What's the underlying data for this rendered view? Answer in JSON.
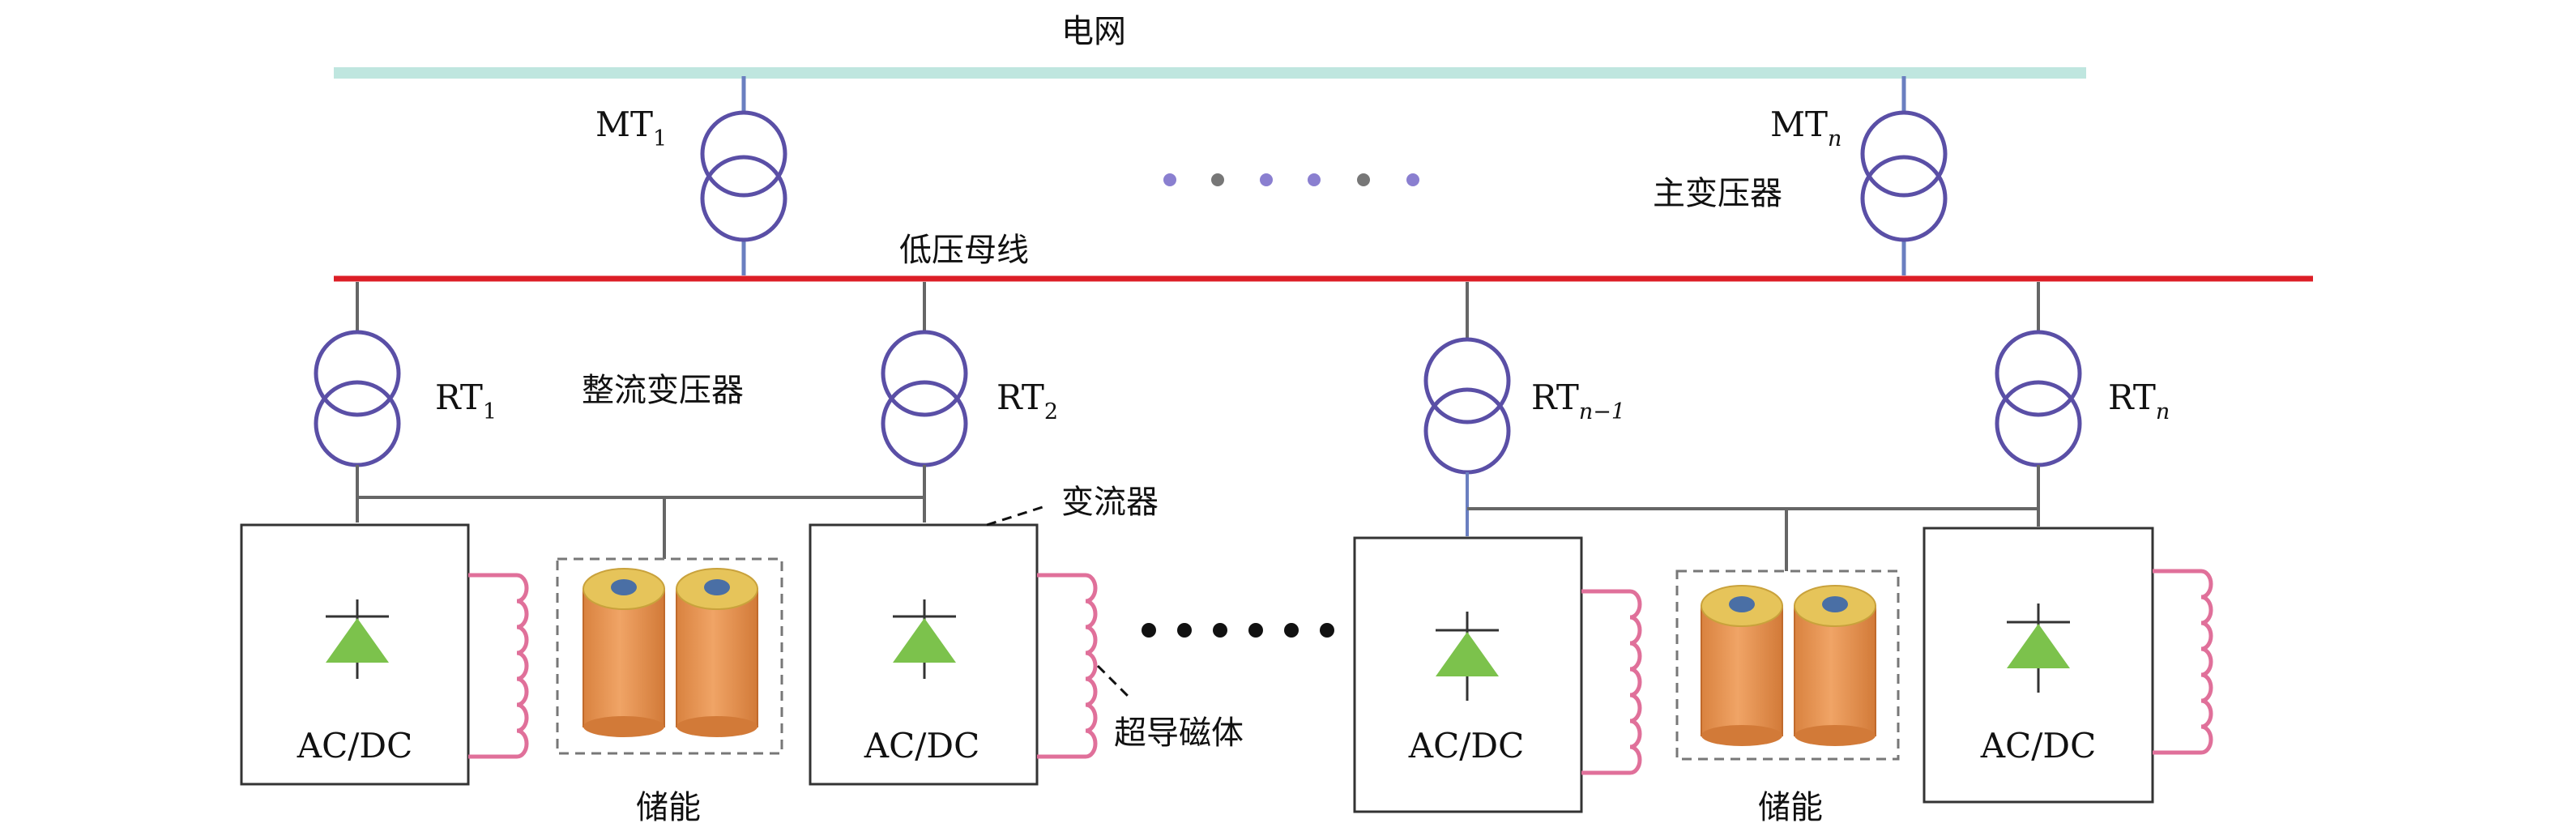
{
  "labels": {
    "grid": "电网",
    "low_voltage_bus": "低压母线",
    "main_transformer": "主变压器",
    "rectifier_transformer": "整流变压器",
    "converter": "变流器",
    "superconducting_magnet": "超导磁体",
    "energy_storage": "储能"
  },
  "main_transformers": [
    {
      "base": "MT",
      "sub": "1"
    },
    {
      "base": "MT",
      "sub": "n"
    }
  ],
  "rectifier_transformers": [
    {
      "base": "RT",
      "sub": "1"
    },
    {
      "base": "RT",
      "sub": "2"
    },
    {
      "base": "RT",
      "sub": "n−1"
    },
    {
      "base": "RT",
      "sub": "n"
    }
  ],
  "converter_label": "AC/DC",
  "colors": {
    "grid_bus": "#bfe6df",
    "low_voltage_bus": "#dc1e26",
    "transformer": "#5a4fa6",
    "transformer_lead": "#6a7fc0",
    "diode": "#7cc24c",
    "coil": "#e0709a",
    "battery": "#e8955a",
    "battery_top": "#e6c45a",
    "battery_cap": "#4a6fa5",
    "dot_purple": "#8a7fd0",
    "dot_gray": "#777777"
  }
}
